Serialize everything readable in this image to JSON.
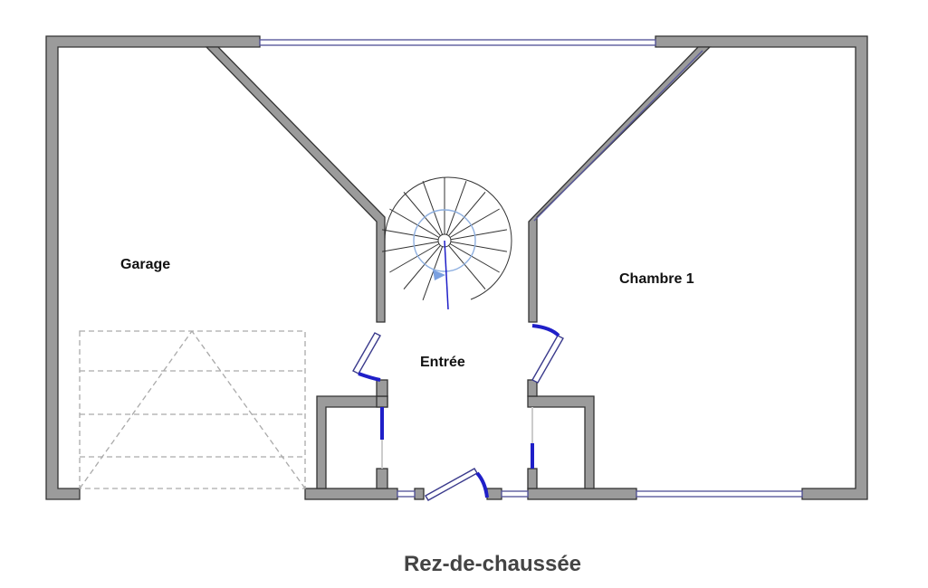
{
  "plan": {
    "rooms": {
      "garage": "Garage",
      "chambre": "Chambre 1",
      "entree": "Entrée"
    },
    "caption": "Rez-de-chaussée",
    "colors": {
      "wall": "#9b9b9b",
      "door": "#1f1fc8",
      "window": "#5a5a9c",
      "stair_arc": "#8fb0e0"
    }
  }
}
